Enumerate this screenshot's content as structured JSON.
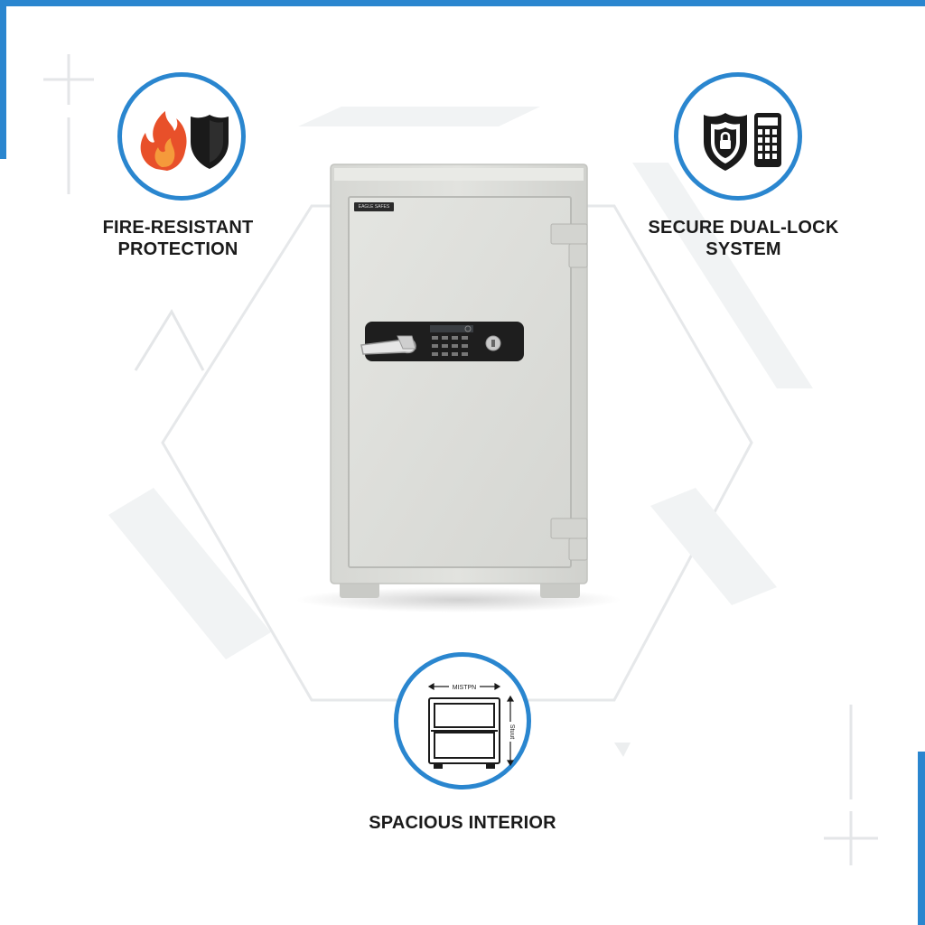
{
  "colors": {
    "accent": "#2a86cf",
    "safe_body": "#d9dad6",
    "fire_orange": "#e8502a",
    "icon_dark": "#1a1a1a"
  },
  "features": [
    {
      "icons": [
        "flame-icon",
        "shield-icon"
      ],
      "caption": "FIRE-RESISTANT\nPROTECTION"
    },
    {
      "icons": [
        "shield-lock-icon",
        "keypad-icon"
      ],
      "caption": "SECURE DUAL-LOCK\nSYSTEM"
    },
    {
      "icons": [
        "interior-dimensions-icon"
      ],
      "caption": "SPACIOUS INTERIOR",
      "icon_labels": {
        "width": "MISTPN",
        "height": "Stuut"
      }
    }
  ],
  "product": {
    "name": "fire-resistant-safe",
    "brand_plate": "EAGLE SAFES"
  }
}
